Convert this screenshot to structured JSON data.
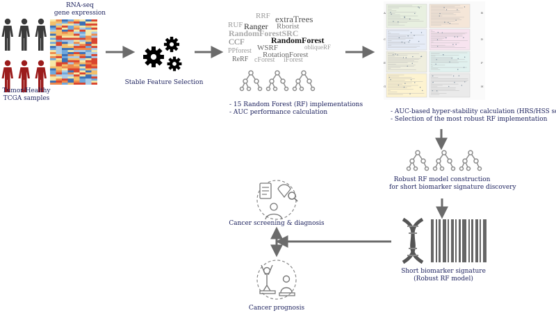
{
  "input": {
    "title_line1": "RNA-seq",
    "title_line2": "gene expression",
    "samples_line1": "Tumor/Healthy",
    "samples_line2": "TCGA samples"
  },
  "feature_selection": {
    "label": "Stable Feature Selection"
  },
  "rf_implementations": {
    "word_cloud": [
      "RRF",
      "extraTrees",
      "Ranger",
      "Rborist",
      "RUF",
      "RandomForestSRC",
      "RandomForest",
      "CCF",
      "obliqueRF",
      "WSRF",
      "PPforest",
      "RotationForest",
      "ReRF",
      "cForest",
      "iForest"
    ],
    "bullet1": "- 15 Random Forest (RF) implementations",
    "bullet2": "- AUC performance calculation"
  },
  "stability": {
    "bullet1": "- AUC-based hyper-stability calculation (HRS/HSS scores)",
    "bullet2": "- Selection of the most robust RF implementation",
    "panel_letters": [
      "A",
      "B",
      "C",
      "D",
      "E",
      "F",
      "G",
      "H"
    ]
  },
  "robust_model": {
    "line1": "Robust RF model construction",
    "line2": "for short biomarker signature discovery"
  },
  "signature": {
    "line1": "Short biomarker signature",
    "line2": "(Robust RF model)"
  },
  "applications": {
    "screening": "Cancer screening & diagnosis",
    "prognosis": "Cancer prognosis"
  },
  "colors": {
    "text": "#1a1f5c",
    "arrow": "#6b6b6b",
    "tumor": "#9b1c1c",
    "healthy": "#3a3a3a",
    "icon": "#8a8a8a"
  }
}
